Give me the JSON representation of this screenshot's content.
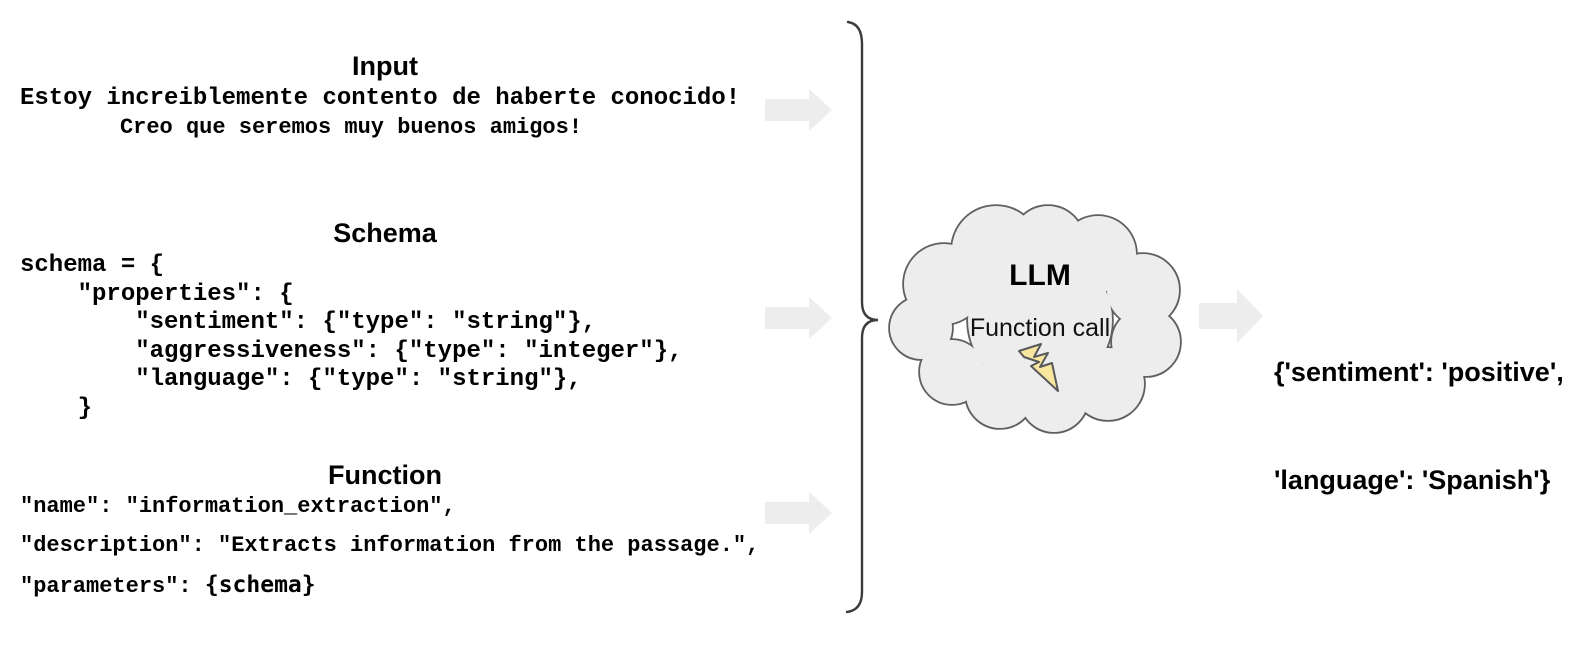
{
  "input": {
    "title": "Input",
    "lines": [
      "Estoy increiblemente contento de haberte conocido!",
      "Creo que seremos muy buenos amigos!"
    ]
  },
  "schema": {
    "title": "Schema",
    "code_lines": [
      "schema = {",
      "    \"properties\": {",
      "        \"sentiment\": {\"type\": \"string\"},",
      "        \"aggressiveness\": {\"type\": \"integer\"},",
      "        \"language\": {\"type\": \"string\"},",
      "    }"
    ]
  },
  "function": {
    "title": "Function",
    "lines": [
      "\"name\": \"information_extraction\",",
      "\"description\": \"Extracts information from the passage.\",",
      "\"parameters\": "
    ],
    "parameters_token": "{schema}"
  },
  "llm": {
    "title": "LLM",
    "subtitle": "Function call"
  },
  "output": {
    "lines": [
      "{'sentiment': 'positive',",
      "'language': 'Spanish'}"
    ]
  },
  "colors": {
    "arrow": "#ededed",
    "cloud_fill": "#ededed",
    "cloud_stroke": "#606060",
    "bolt_fill": "#f9e79f",
    "bolt_stroke": "#58595b",
    "brace": "#3c3c3c"
  }
}
